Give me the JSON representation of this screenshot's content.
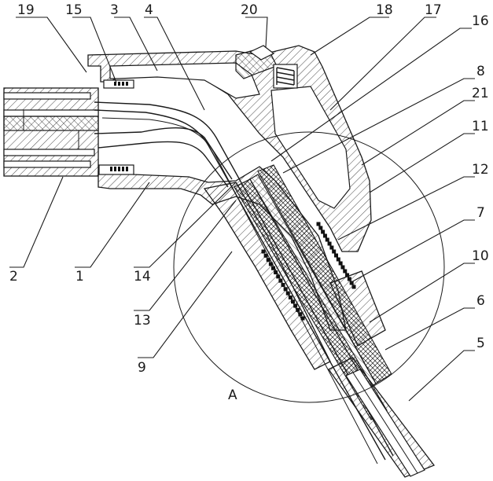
{
  "callouts": {
    "c19": "19",
    "c15": "15",
    "c3": "3",
    "c4": "4",
    "c20": "20",
    "c18": "18",
    "c17": "17",
    "c16": "16",
    "c8": "8",
    "c21": "21",
    "c11": "11",
    "c12": "12",
    "c7": "7",
    "c10": "10",
    "c6": "6",
    "c5": "5",
    "c9": "9",
    "c13": "13",
    "c14": "14",
    "c1": "1",
    "c2": "2",
    "detailA": "A"
  }
}
